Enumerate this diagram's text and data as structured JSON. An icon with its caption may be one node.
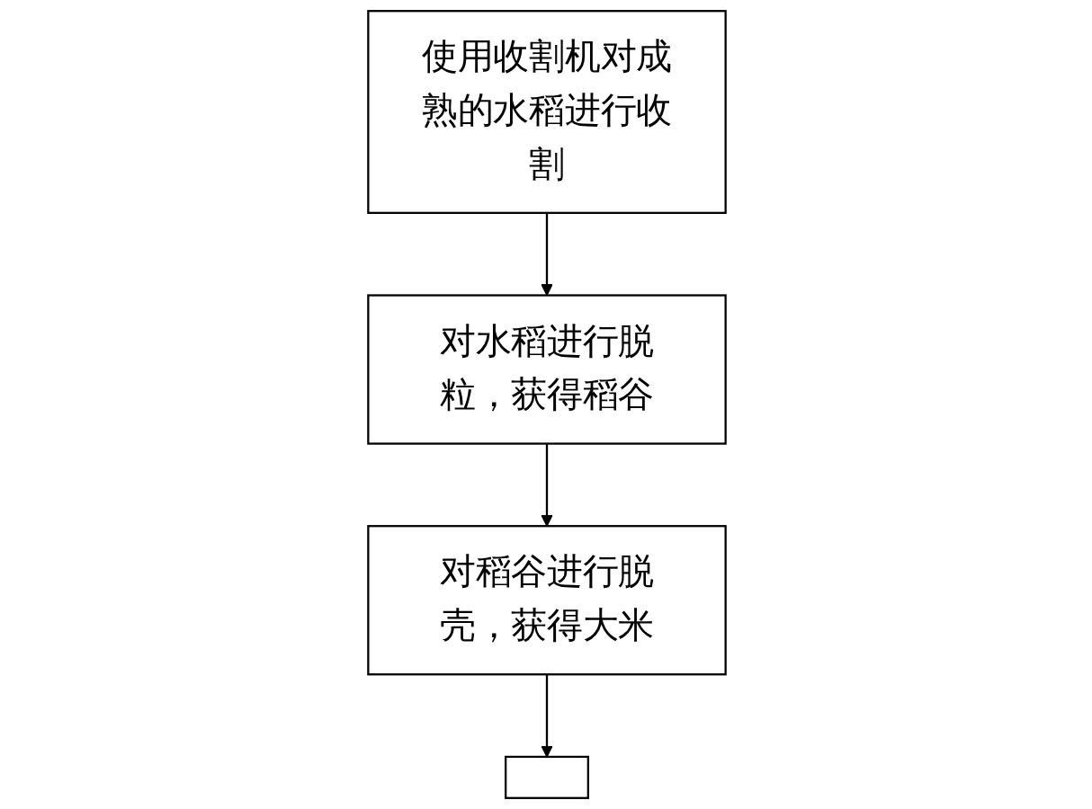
{
  "diagram": {
    "nodes": [
      {
        "text": [
          "使用收割机对成熟的水稻进行收割"
        ]
      },
      {
        "text": [
          "对水稻进行脱粒，获得稻谷"
        ]
      },
      {
        "text": [
          "对稻谷进行脱壳，获得大米"
        ]
      },
      {
        "text": [],
        "shape": "box"
      }
    ],
    "edges": [
      {
        "from": 0,
        "to": 1,
        "arrow": "to"
      },
      {
        "from": 1,
        "to": 2,
        "arrow": "to"
      },
      {
        "from": 2,
        "to": 3,
        "arrow": "to"
      }
    ]
  }
}
